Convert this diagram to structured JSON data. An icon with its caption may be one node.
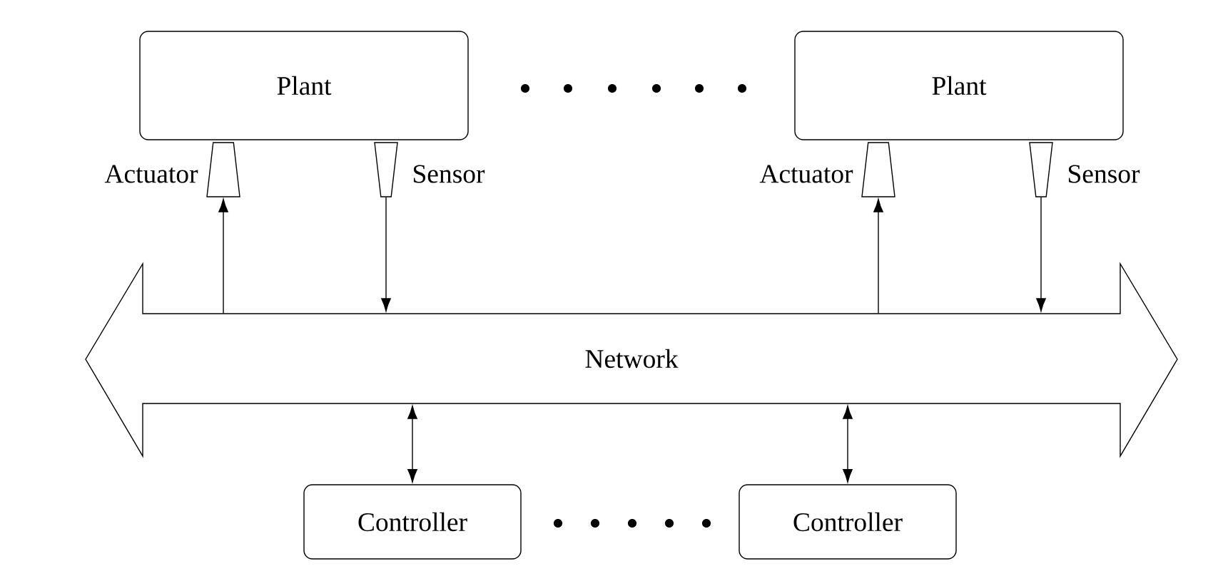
{
  "diagram": {
    "nodes": [
      {
        "text": [
          "Plant"
        ]
      },
      {
        "text": [
          "Plant"
        ]
      },
      {
        "text": [],
        "shape": "trapezoid",
        "beside": [
          "Actuator"
        ]
      },
      {
        "text": [],
        "shape": "trapezoid",
        "beside": [
          "Sensor"
        ]
      },
      {
        "text": [],
        "shape": "trapezoid",
        "beside": [
          "Actuator"
        ]
      },
      {
        "text": [],
        "shape": "trapezoid",
        "beside": [
          "Sensor"
        ]
      },
      {
        "text": [
          "Network"
        ]
      },
      {
        "text": [
          "Controller"
        ]
      },
      {
        "text": [
          "Controller"
        ]
      }
    ],
    "edges": [
      {
        "from": 6,
        "to": 2,
        "arrow": "to"
      },
      {
        "from": 3,
        "to": 6,
        "arrow": "to"
      },
      {
        "from": 6,
        "to": 4,
        "arrow": "to"
      },
      {
        "from": 5,
        "to": 6,
        "arrow": "to"
      },
      {
        "from": 6,
        "to": 7,
        "arrow": "both"
      },
      {
        "from": 6,
        "to": 8,
        "arrow": "both"
      }
    ]
  }
}
